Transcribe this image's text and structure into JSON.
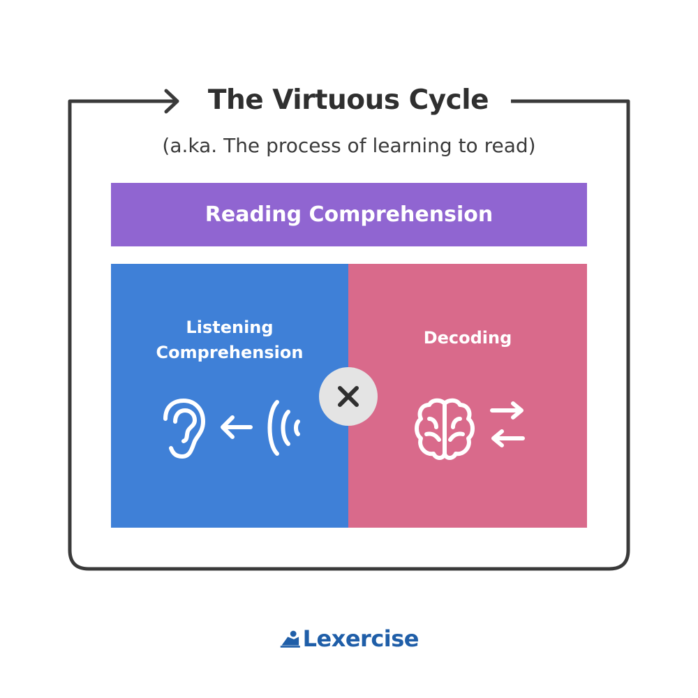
{
  "title": "The Virtuous Cycle",
  "subtitle": "(a.ka. The process of learning to read)",
  "banner": {
    "label": "Reading Comprehension"
  },
  "left_panel": {
    "label_line1": "Listening",
    "label_line2": "Comprehension"
  },
  "right_panel": {
    "label": "Decoding"
  },
  "logo": {
    "text": "Lexercise"
  },
  "colors": {
    "frame": "#3a3a3a",
    "banner": "#9065d1",
    "listening": "#3f80d7",
    "decoding": "#d96a8b",
    "badge": "#e4e4e4",
    "logo": "#1f5ea8"
  },
  "icons": {
    "cycle_arrow": "arrow-right-icon",
    "listening": [
      "ear-icon",
      "arrow-left-icon",
      "sound-waves-icon"
    ],
    "operator": "multiply-icon",
    "decoding": [
      "brain-icon",
      "swap-arrows-icon"
    ],
    "logo": "reader-icon"
  }
}
